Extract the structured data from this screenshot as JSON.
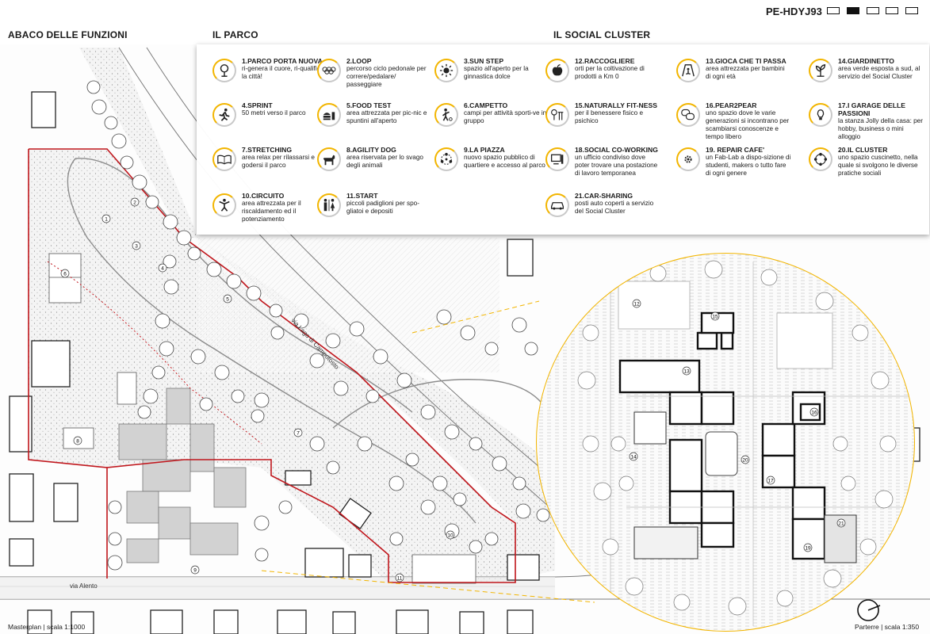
{
  "header": {
    "code": "PE-HDYJ93",
    "section_funzioni": "ABACO DELLE FUNZIONI",
    "section_parco": "IL PARCO",
    "section_social": "IL SOCIAL CLUSTER",
    "sheets": 5,
    "active_sheet": 2
  },
  "parco": [
    {
      "title": "1.PARCO PORTA NUOVA",
      "desc": "ri-genera il cuore, ri-qualifica la città!",
      "icon": "tree-icon"
    },
    {
      "title": "2.LOOP",
      "desc": "percorso ciclo pedonale per correre/pedalare/ passeggiare",
      "icon": "rings-icon"
    },
    {
      "title": "3.SUN STEP",
      "desc": "spazio all'aperto per la ginnastica dolce",
      "icon": "sun-icon"
    },
    {
      "title": "4.SPRINT",
      "desc": "50 metri verso il parco",
      "icon": "runner-icon"
    },
    {
      "title": "5.FOOD TEST",
      "desc": "area attrezzata per pic-nic e spuntini all'aperto",
      "icon": "food-icon"
    },
    {
      "title": "6.CAMPETTO",
      "desc": "campi per attività sporti-ve in gruppo",
      "icon": "player-icon"
    },
    {
      "title": "7.STRETCHING",
      "desc": "area relax per rilassarsi e godersi il parco",
      "icon": "book-icon"
    },
    {
      "title": "8.AGILITY DOG",
      "desc": "area riservata per lo svago degli animali",
      "icon": "dog-icon"
    },
    {
      "title": "9.LA PIAZZA",
      "desc": "nuovo spazio pubblico di quartiere e accesso al parco",
      "icon": "network-icon"
    },
    {
      "title": "10.CIRCUITO",
      "desc": "area attrezzata per il riscaldamento ed il potenziamento",
      "icon": "exercise-icon"
    },
    {
      "title": "11.START",
      "desc": "piccoli padiglioni per spo-gliatoi e depositi",
      "icon": "restroom-icon"
    }
  ],
  "social": [
    {
      "title": "12.RACCOGLIERE",
      "desc": "orti per la coltivazione di prodotti a Km 0",
      "icon": "apple-icon"
    },
    {
      "title": "13.GIOCA CHE TI PASSA",
      "desc": "area attrezzata per bambini di ogni età",
      "icon": "swing-icon"
    },
    {
      "title": "14.GIARDINETTO",
      "desc": "area verde esposta a sud, al servizio del Social Cluster",
      "icon": "plant-icon"
    },
    {
      "title": "15.NATURALLY FIT-NESS",
      "desc": "per il benessere fisico e psichico",
      "icon": "fitness-icon"
    },
    {
      "title": "16.PEAR2PEAR",
      "desc": "uno spazio dove le varie generazioni si incontrano per scambiarsi conoscenze e tempo libero",
      "icon": "chat-icon"
    },
    {
      "title": "17.I GARAGE DELLE PASSIONI",
      "desc": "la stanza Jolly della casa: per hobby, business o mini alloggio",
      "icon": "bulb-icon"
    },
    {
      "title": "18.SOCIAL CO-WORKING",
      "desc": "un ufficio condiviso dove poter trovare una postazione di lavoro temporanea",
      "icon": "computer-icon"
    },
    {
      "title": "19. REPAIR CAFE'",
      "desc": "un Fab-Lab a dispo-sizione di studenti, makers o tutto fare di ogni genere",
      "icon": "gear-icon"
    },
    {
      "title": "20.IL CLUSTER",
      "desc": "uno spazio cuscinetto, nella quale si svolgono le diverse pratiche sociali",
      "icon": "cluster-icon"
    },
    {
      "title": "21.CAR-SHARING",
      "desc": "posti auto coperti a servizio del Social Cluster",
      "icon": "car-icon"
    }
  ],
  "plan": {
    "street_1": "via Lago di Campotosto",
    "street_2": "via Alento",
    "caption_left": "Masterplan | scala 1:1000",
    "caption_right": "Parterre | scala 1:350",
    "markers_main": [
      "1",
      "2",
      "3",
      "4",
      "5",
      "6",
      "7",
      "8",
      "9",
      "10",
      "11"
    ],
    "markers_zoom": [
      "12",
      "13",
      "14",
      "15",
      "16",
      "17",
      "19",
      "20",
      "21"
    ]
  },
  "colors": {
    "accent": "#f2b500",
    "boundary": "#c0161c",
    "ink": "#1a1a1a"
  }
}
